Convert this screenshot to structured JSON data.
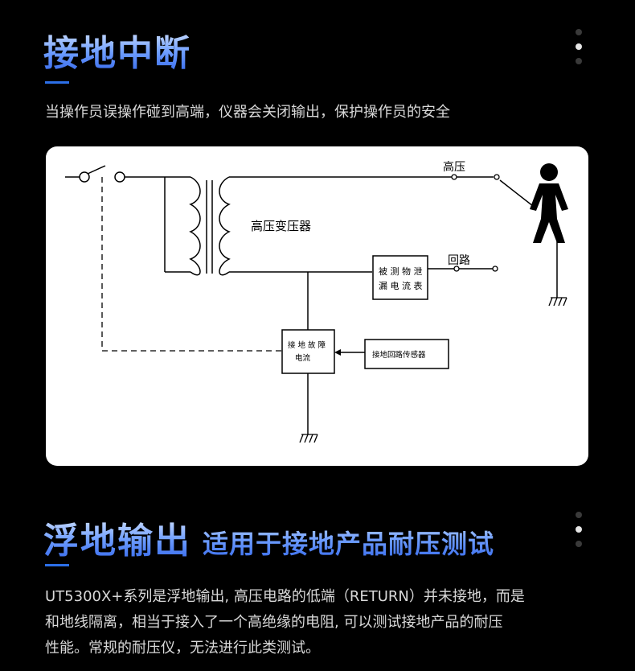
{
  "section1": {
    "title": "接地中断",
    "description": "当操作员误操作碰到高端，仪器会关闭输出，保护操作员的安全"
  },
  "diagram": {
    "label_high_voltage": "高压",
    "label_transformer": "高压变压器",
    "label_return": "回路",
    "label_leak_meter_line1": "被 测 物 泄",
    "label_leak_meter_line2": "漏 电 流 表",
    "label_fault_line1": "接 地 故 障",
    "label_fault_line2": "电流",
    "label_sensor": "接地回路传感器"
  },
  "section2": {
    "title": "浮地输出",
    "subtitle": "适用于接地产品耐压测试",
    "description_lines": [
      "UT5300X+系列是浮地输出, 高压电路的低端（RETURN）并未接地，而是",
      "和地线隔离，相当于接入了一个高绝缘的电阻, 可以测试接地产品的耐压",
      "性能。常规的耐压仪，无法进行此类测试。"
    ]
  },
  "colors": {
    "accent": "#2c6fe8",
    "background": "#000000",
    "text": "#d9d9d9"
  }
}
